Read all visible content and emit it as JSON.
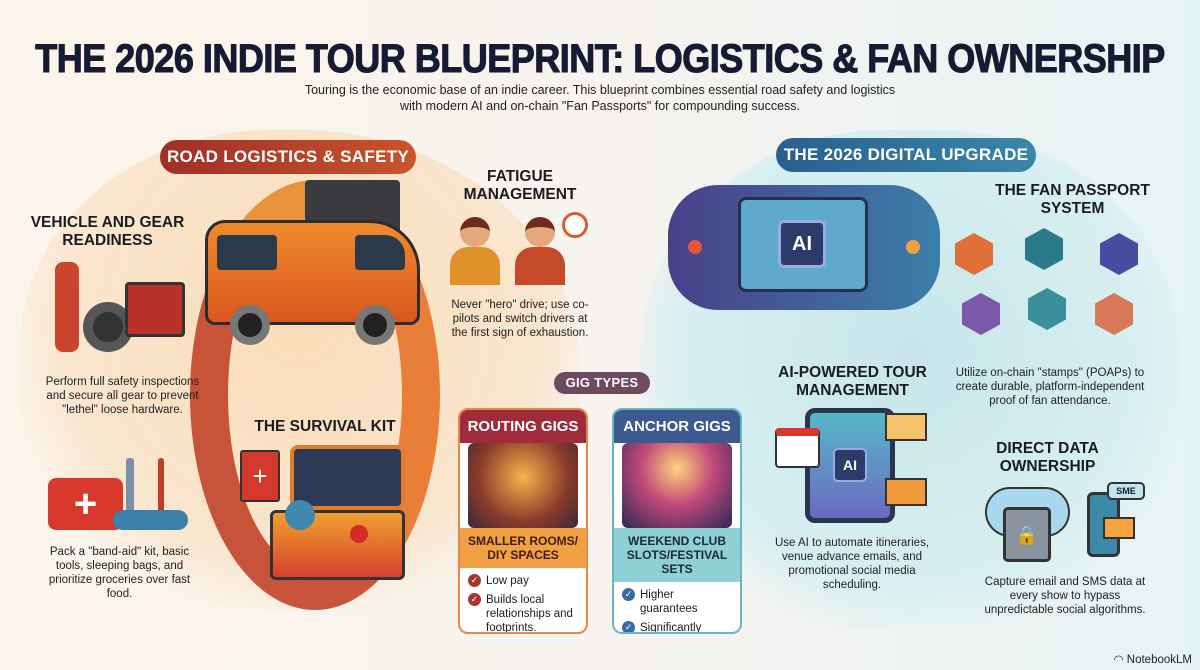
{
  "header": {
    "title": "THE 2026 INDIE TOUR BLUEPRINT: LOGISTICS & FAN OWNERSHIP",
    "subtitle": "Touring is the economic base of an indie career. This blueprint combines essential road safety and logistics with modern AI and on-chain \"Fan Passports\" for compounding success."
  },
  "left": {
    "banner": "ROAD LOGISTICS & SAFETY",
    "vehicle": {
      "title": "VEHICLE AND GEAR READINESS",
      "text": "Perform full safety inspections and secure all gear to prevent \"lethel\" loose hardware."
    },
    "fatigue": {
      "title": "FATIGUE MANAGEMENT",
      "text": "Never \"hero\" drive; use co-pilots and switch drivers at the first sign of exhaustion."
    },
    "survival": {
      "title": "THE SURVIVAL KIT",
      "text": "Pack a \"band-aid\" kit, basic tools, sleeping bags, and prioritize groceries over fast food."
    }
  },
  "gigs": {
    "label": "GIG TYPES",
    "routing": {
      "title": "ROUTING GIGS",
      "subtitle": "SMALLER ROOMS/ DIY SPACES",
      "points": [
        "Low pay",
        "Builds local relationships and footprints."
      ]
    },
    "anchor": {
      "title": "ANCHOR GIGS",
      "subtitle": "WEEKEND CLUB SLOTS/FESTIVAL SETS",
      "points": [
        "Higher guarantees",
        "Significantly faster merchandise sales"
      ]
    }
  },
  "right": {
    "banner": "THE 2026 DIGITAL UPGRADE",
    "chip_label": "AI",
    "passport": {
      "title": "THE FAN PASSPORT SYSTEM",
      "text": "Utilize on-chain \"stamps\" (POAPs) to create durable, platform-independent proof of fan attendance."
    },
    "ai": {
      "title": "AI-POWERED TOUR MANAGEMENT",
      "text": "Use AI to automate itineraries, venue advance emails, and promotional social media scheduling."
    },
    "data": {
      "title": "DIRECT DATA OWNERSHIP",
      "sms_label": "SME",
      "text": "Capture email and SMS data at every show to hypass unpredictable social algorithms."
    }
  },
  "footer": {
    "brand": "NotebookLM"
  }
}
